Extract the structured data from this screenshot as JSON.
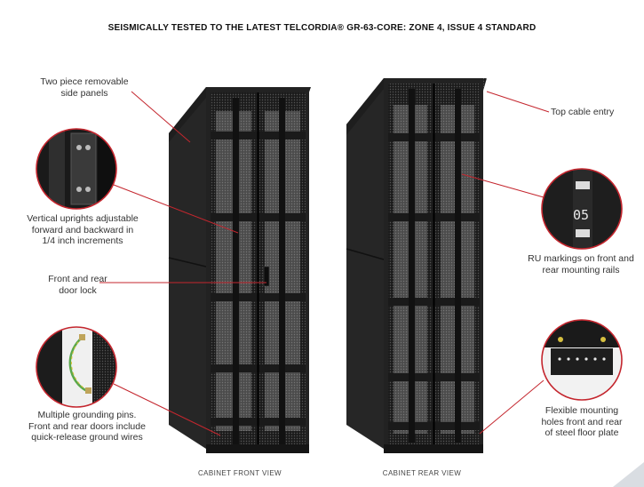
{
  "title": "SEISMICALLY TESTED TO THE LATEST TELCORDIA® GR-63-CORE: ZONE 4, ISSUE 4 STANDARD",
  "callouts": {
    "side_panels": [
      "Two piece removable",
      "side panels"
    ],
    "uprights": [
      "Vertical uprights adjustable",
      "forward and backward in",
      "1/4 inch increments"
    ],
    "door_lock": [
      "Front and rear",
      "door lock"
    ],
    "grounding": [
      "Multiple grounding pins.",
      "Front and rear doors include",
      "quick-release ground wires"
    ],
    "top_cable": [
      "Top cable entry"
    ],
    "ru_markings": [
      "RU markings on front and",
      "rear mounting rails"
    ],
    "floor_plate": [
      "Flexible mounting",
      "holes front and rear",
      "of steel floor plate"
    ]
  },
  "ru_number": "05",
  "captions": {
    "front": "CABINET FRONT VIEW",
    "rear": "CABINET REAR VIEW"
  },
  "colors": {
    "accent": "#c4262e",
    "cabinet": "#2b2b2b",
    "cabinet_dark": "#151515"
  }
}
